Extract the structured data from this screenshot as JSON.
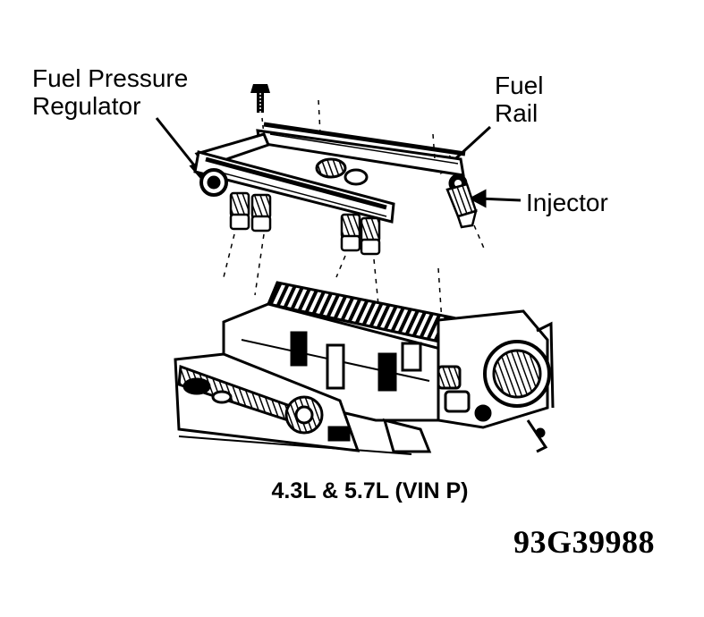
{
  "labels": {
    "fuel_pressure_regulator": [
      "Fuel Pressure",
      "Regulator"
    ],
    "fuel_rail": [
      "Fuel",
      "Rail"
    ],
    "injector": "Injector"
  },
  "caption": "4.3L & 5.7L (VIN P)",
  "figure_id": "93G39988",
  "colors": {
    "ink": "#000000",
    "paper": "#ffffff"
  }
}
